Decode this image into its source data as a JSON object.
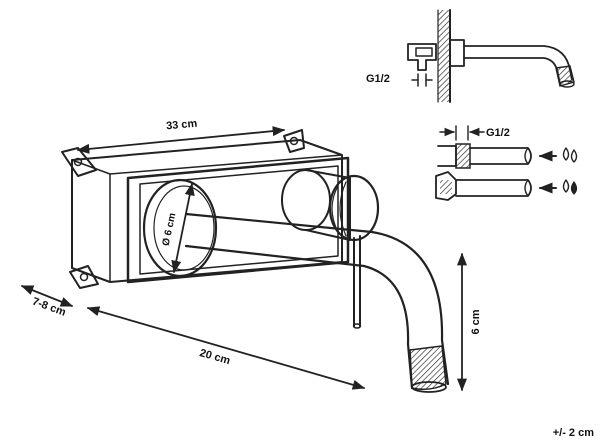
{
  "dimensions": {
    "width_label": "33 cm",
    "depth_label": "7-8 cm",
    "spout_label": "20 cm",
    "height_label": "6 cm",
    "diameter_label": "Ø 6 cm"
  },
  "connections": {
    "thread_top": "G1/2",
    "thread_side": "G1/2"
  },
  "tolerance": "+/- 2 cm",
  "icons": {
    "cold_supply": "water-drop-icon",
    "hot_supply": "water-drop-icon"
  },
  "colors": {
    "line": "#222222",
    "fill": "#ffffff"
  }
}
